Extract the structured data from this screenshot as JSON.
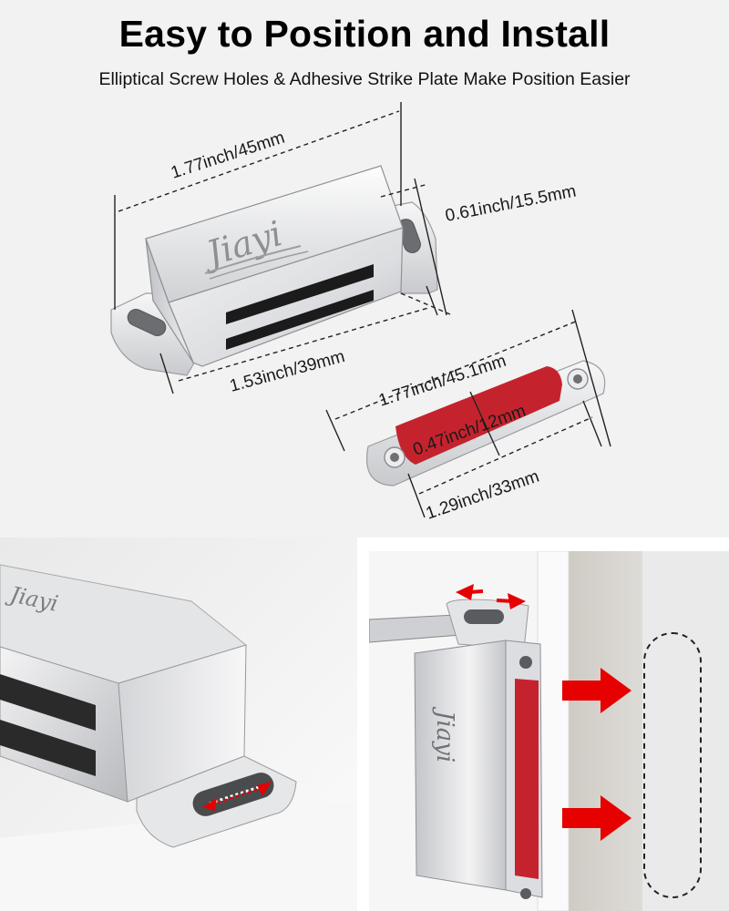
{
  "title": "Easy to Position and Install",
  "subtitle": "Elliptical Screw Holes & Adhesive Strike Plate Make Position Easier",
  "brand": "Jiayi",
  "dimensions": {
    "catch_length": "1.77inch/45mm",
    "catch_height": "0.61inch/15.5mm",
    "catch_body": "1.53inch/39mm",
    "plate_length": "1.77inch/45.1mm",
    "plate_width": "0.47inch/12mm",
    "plate_hole_spacing": "1.29inch/33mm"
  },
  "colors": {
    "background": "#f2f2f2",
    "arrow": "#e60000",
    "adhesive": "#c4232e",
    "steel": "#d9dadc"
  }
}
